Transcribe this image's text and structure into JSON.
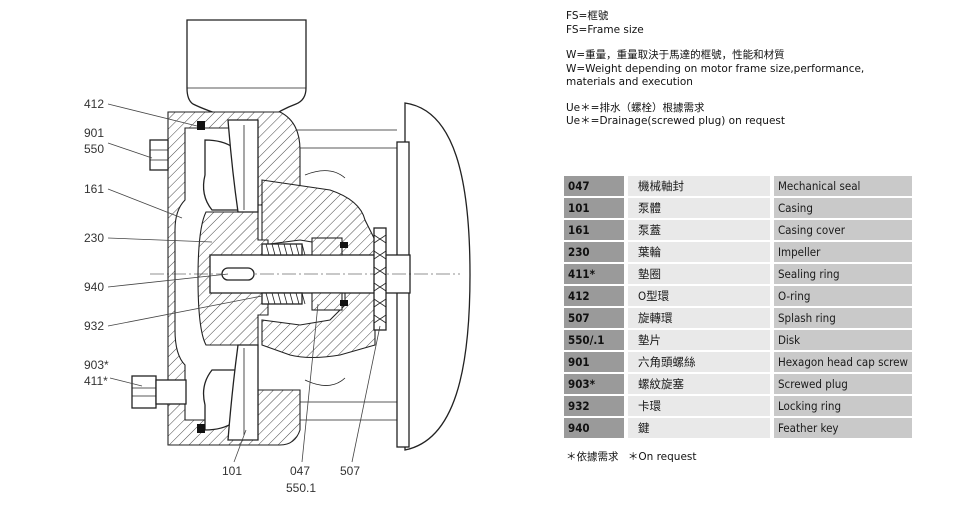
{
  "callouts": {
    "c412": "412",
    "c901": "901",
    "c550": "550",
    "c161": "161",
    "c230": "230",
    "c940": "940",
    "c932": "932",
    "c903": "903*",
    "c411": "411*",
    "c101": "101",
    "c047": "047",
    "c5501": "550.1",
    "c507": "507"
  },
  "notes": {
    "fs_zh": "FS=框號",
    "fs_en": "FS=Frame size",
    "w_zh": "W=重量，重量取決于馬達的框號，性能和材質",
    "w_en1": "W=Weight depending on motor frame size,performance,",
    "w_en2": "materials and execution",
    "ue_zh": "Ue＊=排水（螺栓）根據需求",
    "ue_en": "Ue＊=Drainage(screwed plug) on request"
  },
  "parts": [
    {
      "no": "047",
      "zh": "機械軸封",
      "en": "Mechanical seal"
    },
    {
      "no": "101",
      "zh": "泵體",
      "en": "Casing"
    },
    {
      "no": "161",
      "zh": "泵蓋",
      "en": "Casing cover"
    },
    {
      "no": "230",
      "zh": "葉輪",
      "en": "Impeller"
    },
    {
      "no": "411*",
      "zh": "墊圈",
      "en": "Sealing ring"
    },
    {
      "no": "412",
      "zh": "O型環",
      "en": "O-ring"
    },
    {
      "no": "507",
      "zh": "旋轉環",
      "en": "Splash ring"
    },
    {
      "no": "550/.1",
      "zh": "墊片",
      "en": "Disk"
    },
    {
      "no": "901",
      "zh": "六角頭螺絲",
      "en": "Hexagon head cap screw"
    },
    {
      "no": "903*",
      "zh": "螺紋旋塞",
      "en": "Screwed plug"
    },
    {
      "no": "932",
      "zh": "卡環",
      "en": "Locking ring"
    },
    {
      "no": "940",
      "zh": "鍵",
      "en": "Feather key"
    }
  ],
  "footnote": {
    "zh": "＊依據需求",
    "en": "＊On request"
  }
}
